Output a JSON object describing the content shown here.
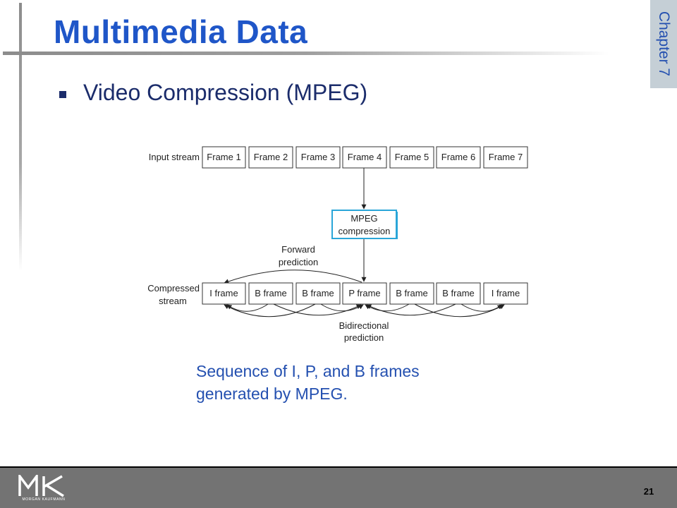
{
  "slide": {
    "title": "Multimedia Data",
    "chapter": "Chapter 7",
    "bullet": "Video Compression (MPEG)",
    "caption": "Sequence of I, P, and B frames generated by MPEG.",
    "page_number": "21",
    "logo_text": "MORGAN KAUFMANN"
  },
  "diagram": {
    "input_label": "Input stream",
    "input_frames": [
      "Frame 1",
      "Frame 2",
      "Frame 3",
      "Frame 4",
      "Frame 5",
      "Frame 6",
      "Frame 7"
    ],
    "compression_label_line1": "MPEG",
    "compression_label_line2": "compression",
    "compressed_label_line1": "Compressed",
    "compressed_label_line2": "stream",
    "output_frames": [
      "I frame",
      "B frame",
      "B frame",
      "P frame",
      "B frame",
      "B frame",
      "I frame"
    ],
    "forward_label_line1": "Forward",
    "forward_label_line2": "prediction",
    "bidir_label_line1": "Bidirectional",
    "bidir_label_line2": "prediction"
  },
  "colors": {
    "title": "#1f56c8",
    "bullet": "#1b2c6b",
    "caption": "#2450b0",
    "compression_border": "#2aa6d8",
    "footer": "#737373"
  }
}
